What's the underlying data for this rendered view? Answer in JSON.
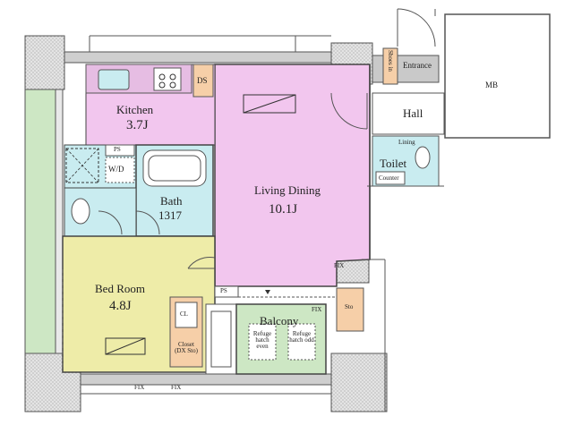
{
  "floor_plan": {
    "rooms": {
      "kitchen": {
        "name": "Kitchen",
        "size": "3.7J"
      },
      "living_dining": {
        "name": "Living Dining",
        "size": "10.1J"
      },
      "bath": {
        "name": "Bath",
        "size": "1317"
      },
      "bedroom": {
        "name": "Bed Room",
        "size": "4.8J"
      },
      "balcony": {
        "name": "Balcony"
      },
      "hall": {
        "name": "Hall"
      },
      "toilet": {
        "name": "Toilet"
      },
      "entrance": {
        "name": "Entrance"
      },
      "mb": {
        "name": "MB"
      }
    },
    "fixtures": {
      "ds": "DS",
      "ps_bath": "PS",
      "wd": "W/D",
      "ps_bedroom": "PS",
      "fix_balcony": "FIX",
      "fix_bottom_left": "FIX",
      "fix_bottom_right": "FIX",
      "fix_right": "FIX",
      "lining": "Lining",
      "counter": "Counter",
      "shoes_in": "Shoes in",
      "sto": "Sto",
      "closet": "Closet (DX Sto)",
      "cl": "CL",
      "refuge_left": "Refuge hatch even",
      "refuge_right": "Refuge hatch odd"
    },
    "colors": {
      "living": "#f2c6ee",
      "bedroom": "#eeeca8",
      "wet_area": "#c9ecf0",
      "balcony": "#cde7c4",
      "entrance": "#c9c9c9",
      "storage": "#f6cfa8",
      "wall": "#b9b9b9"
    }
  }
}
